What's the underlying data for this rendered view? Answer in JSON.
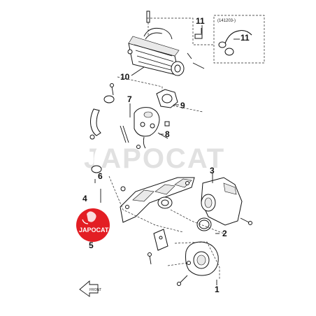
{
  "callouts": {
    "c1": "1",
    "c2": "2",
    "c3": "3",
    "c4": "4",
    "c5": "5",
    "c6": "6",
    "c7": "7",
    "c8": "8",
    "c9": "9",
    "c10": "10",
    "c11a": "11",
    "c11b": "11"
  },
  "inset": {
    "date_code": "(141203-)"
  },
  "watermark": "JAPOCAT",
  "badge": {
    "text": "JAPOCAT",
    "color": "#e31e24"
  },
  "direction_arrow": {
    "text": "FRONT"
  },
  "colors": {
    "line": "#111111",
    "badge": "#e31e24",
    "watermark": "#c9c9c9"
  }
}
